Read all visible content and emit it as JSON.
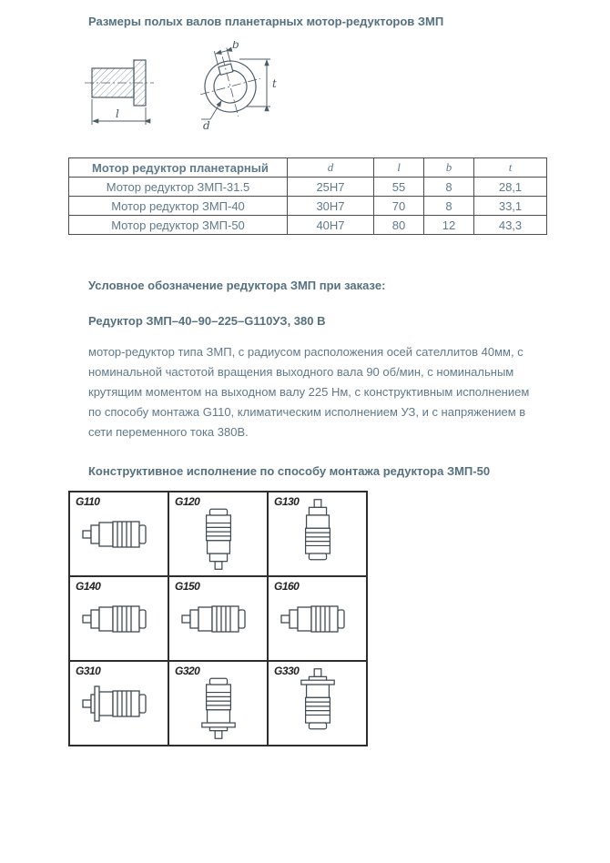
{
  "page": {
    "title": "Размеры полых валов планетарных мотор-редукторов ЗМП"
  },
  "drawing": {
    "labels": {
      "b": "b",
      "t": "t",
      "d": "d",
      "l": "l"
    }
  },
  "dimensions_table": {
    "headers": [
      "Мотор редуктор планетарный",
      "d",
      "l",
      "b",
      "t"
    ],
    "rows": [
      [
        "Мотор редуктор ЗМП-31.5",
        "25H7",
        "55",
        "8",
        "28,1"
      ],
      [
        "Мотор редуктор ЗМП-40",
        "30H7",
        "70",
        "8",
        "33,1"
      ],
      [
        "Мотор редуктор ЗМП-50",
        "40H7",
        "80",
        "12",
        "43,3"
      ]
    ]
  },
  "ordering": {
    "heading": "Условное обозначение редуктора ЗМП при заказе:",
    "designation": "Редуктор ЗМП–40–90–225–G110УЗ, 380 В",
    "description": "мотор-редуктор типа ЗМП, с радиусом расположения осей сателлитов 40мм, с номинальной частотой вращения выходного вала 90 об/мин, с номинальным крутящим моментом на выходном валу 225 Нм, с конструктивным исполнением по способу монтажа G110, климатическим исполнением УЗ, и с напряжением в сети переменного тока 380В."
  },
  "mounting": {
    "heading": "Конструктивное исполнение по способу монтажа редуктора ЗМП-50",
    "variants": [
      {
        "label": "G110"
      },
      {
        "label": "G120"
      },
      {
        "label": "G130"
      },
      {
        "label": "G140"
      },
      {
        "label": "G150"
      },
      {
        "label": "G160"
      },
      {
        "label": "G310"
      },
      {
        "label": "G320"
      },
      {
        "label": "G330"
      }
    ]
  }
}
